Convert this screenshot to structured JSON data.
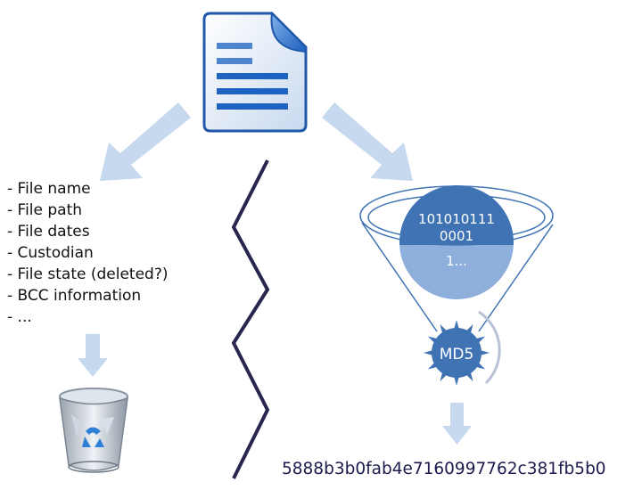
{
  "metadata_list": [
    "- File name",
    "- File path",
    "- File dates",
    "- Custodian",
    "- File state (deleted?)",
    "- BCC information",
    "- ..."
  ],
  "funnel": {
    "binary_line1": "101010111",
    "binary_line2": "0001",
    "binary_line3": "1...",
    "algorithm": "MD5"
  },
  "hash_value": "5888b3b0fab4e7160997762c381fb5b0",
  "colors": {
    "arrow": "#c6d9ef",
    "zigzag": "#27264f",
    "funnel_dark": "#3f73b4",
    "funnel_light": "#8eaedb",
    "hash_text": "#1c1c4e"
  },
  "icons": [
    "document-icon",
    "recycle-bin-icon",
    "md5-gear-icon"
  ]
}
